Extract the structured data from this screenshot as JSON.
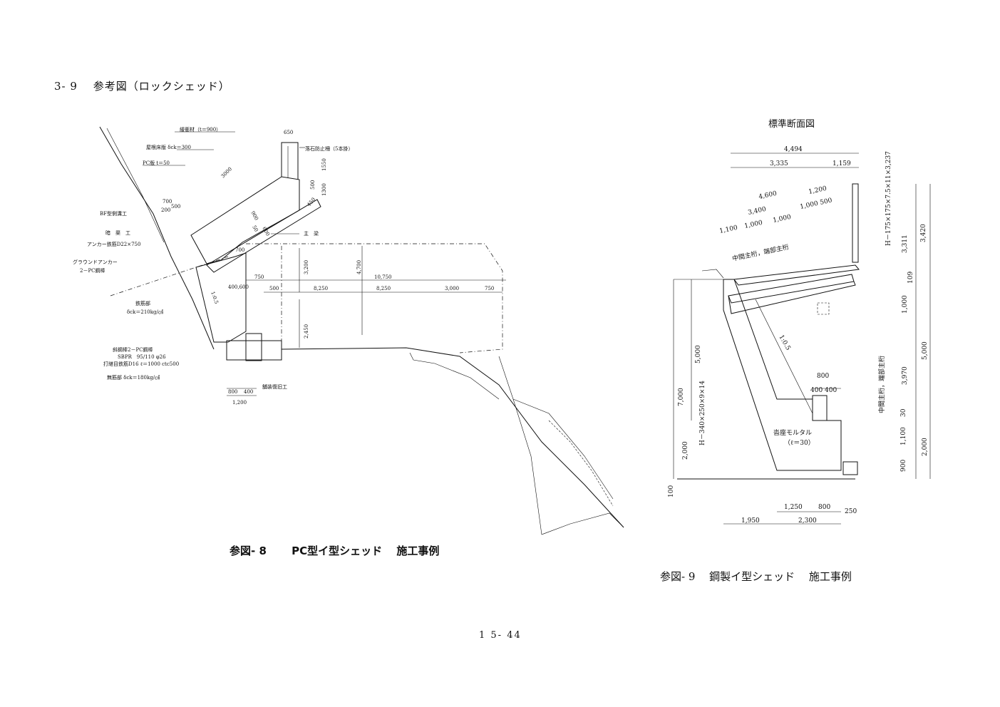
{
  "section": {
    "title": "3- 9　 参考図（ロックシェッド）"
  },
  "figure8": {
    "caption": "参図- 8　　 PC型イ型シェッド　 施工事例",
    "labels": {
      "cushion": "緩衝材（t＝900）",
      "roof_slab": "屋根床版 δck＝300",
      "pc_plate": "PC版 t＝50",
      "bf_retaining": "BF型側溝工",
      "drain": "暗　渠　工",
      "anchor_bar": "アンカー鉄筋D22×750",
      "ground_anchor_1": "グラウンドアンカー",
      "ground_anchor_2": "2－PC鋼棒",
      "rebar_1": "鉄筋部",
      "rebar_2": "δck＝210kg/㎠",
      "slant_1": "斜鋼棒2－PC鋼棒",
      "slant_2": "SBPR　95/110 φ26",
      "slant_3": "打継目鉄筋D16 ℓ＝1000 ctc500",
      "plain_concrete": "無筋部 δck＝180kg/㎠",
      "pavement": "舗装復旧工",
      "rockfall_fence": "落石防止柵（5本掛）",
      "main_beam": "主　梁",
      "slope": "1:0.5"
    },
    "dims": {
      "d650": "650",
      "d1550": "1550",
      "d500": "500",
      "d1300": "1300",
      "d3000": "3000",
      "d700a": "700",
      "d200": "200",
      "d500b": "500",
      "d900": "900",
      "d50": "50",
      "d600": "600",
      "d450": "450",
      "d700b": "700",
      "d750a": "750",
      "d400_600": "400,600",
      "d3200": "3,200",
      "d4700": "4,700",
      "d10750": "10,750",
      "d500c": "500",
      "d8250a": "8,250",
      "d8250b": "8,250",
      "d3000b": "3,000",
      "d750b": "750",
      "d2450": "2,450",
      "d800": "800",
      "d400": "400",
      "d1200": "1,200"
    }
  },
  "figure9": {
    "heading": "標準断面図",
    "caption": "参図- 9　 鋼製イ型シェッド　 施工事例",
    "labels": {
      "h_small": "H－175×175×7.5×11×3,237",
      "h_large": "H－340×250×9×14",
      "girder_top": "中間主桁，端部主桁",
      "girder_side": "中間主桁，端部主桁",
      "slope": "1:0.5",
      "mortar": "沓座モルタル",
      "mortar_t": "（ℓ＝30）"
    },
    "dims": {
      "d4494": "4,494",
      "d3335": "3,335",
      "d1159": "1,159",
      "d4600": "4,600",
      "d1200": "1,200",
      "d3400": "3,400",
      "d1000_500": "1,000 500",
      "d1100": "1,100",
      "d1000a": "1,000",
      "d1000b": "1,000",
      "d3311": "3,311",
      "d3420": "3,420",
      "d109": "109",
      "d1000c": "1,000",
      "d3970": "3,970",
      "d5000a": "5,000",
      "d30": "30",
      "d1100b": "1,100",
      "d900": "900",
      "d2000a": "2,000",
      "d7000": "7,000",
      "d5000b": "5,000",
      "d2000b": "2,000",
      "d100": "100",
      "d800": "800",
      "d400_400": "400 400",
      "d1250": "1,250",
      "d800b": "800",
      "d250": "250",
      "d1950": "1,950",
      "d2300": "2,300"
    }
  },
  "page": {
    "number": "1 5- 44"
  }
}
